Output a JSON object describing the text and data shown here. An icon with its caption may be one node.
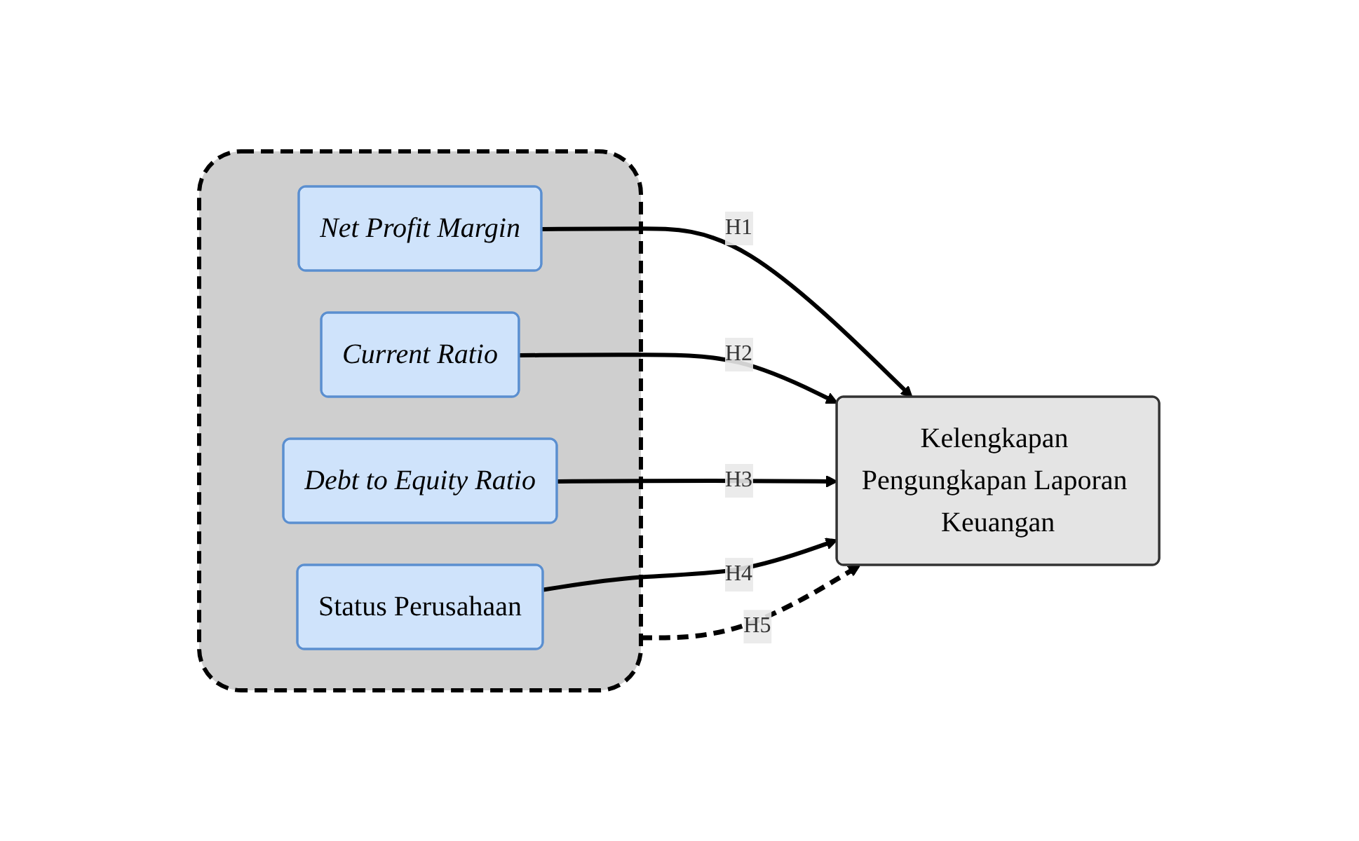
{
  "diagram": {
    "nodes": [
      {
        "text": [],
        "shape": "box"
      },
      {
        "text": [
          "Net Profit Margin"
        ],
        "in": 0
      },
      {
        "text": [
          "Current Ratio"
        ],
        "in": 0
      },
      {
        "text": [
          "Debt to Equity Ratio"
        ],
        "in": 0
      },
      {
        "text": [
          "Status Perusahaan"
        ],
        "in": 0
      },
      {
        "text": [
          "Kelengkapan Pengungkapan Laporan Keuangan"
        ]
      }
    ],
    "edges": [
      {
        "from": 1,
        "to": 5,
        "arrow": "to",
        "label": "H1"
      },
      {
        "from": 2,
        "to": 5,
        "arrow": "to",
        "label": "H2"
      },
      {
        "from": 3,
        "to": 5,
        "arrow": "to",
        "label": "H3"
      },
      {
        "from": 4,
        "to": 5,
        "arrow": "to",
        "label": "H4"
      },
      {
        "from": 0,
        "to": 5,
        "arrow": "to",
        "label": "H5",
        "style": "dashed"
      }
    ]
  }
}
